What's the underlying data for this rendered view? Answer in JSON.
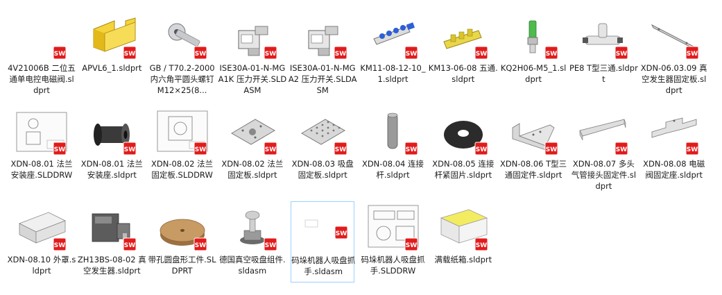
{
  "files": [
    {
      "name": "4V21006B 二位五通单电控电磁阀.sldprt",
      "thumb": "blank"
    },
    {
      "name": "APVL6_1.sldprt",
      "thumb": "ushape"
    },
    {
      "name": "GB / T70.2-2000内六角平圆头螺钉M12×25(8...",
      "thumb": "screw"
    },
    {
      "name": "ISE30A-01-N-MGA1K 压力开关.SLDASM",
      "thumb": "switch"
    },
    {
      "name": "ISE30A-01-N-MGA2 压力开关.SLDASM",
      "thumb": "switch"
    },
    {
      "name": "KM11-08-12-10_1.sldprt",
      "thumb": "manifold"
    },
    {
      "name": "KM13-06-08 五通.sldprt",
      "thumb": "yellowmanifold"
    },
    {
      "name": "KQ2H06-M5_1.sldprt",
      "thumb": "fitting"
    },
    {
      "name": "PE8 T型三通.sldprt",
      "thumb": "tee"
    },
    {
      "name": "XDN-06.03.09 真空发生器固定板.sldprt",
      "thumb": "bar"
    },
    {
      "name": "XDN-08.01 法兰安装座.SLDDRW",
      "thumb": "drawing1"
    },
    {
      "name": "XDN-08.01 法兰安装座.sldprt",
      "thumb": "spool"
    },
    {
      "name": "XDN-08.02 法兰固定板.SLDDRW",
      "thumb": "drawing2"
    },
    {
      "name": "XDN-08.02 法兰固定板.sldprt",
      "thumb": "plate"
    },
    {
      "name": "XDN-08.03 吸盘固定板.sldprt",
      "thumb": "plate2"
    },
    {
      "name": "XDN-08.04 连接杆.sldprt",
      "thumb": "rod"
    },
    {
      "name": "XDN-08.05 连接杆紧固片.sldprt",
      "thumb": "washer"
    },
    {
      "name": "XDN-08.06 T型三通固定件.sldprt",
      "thumb": "bracket"
    },
    {
      "name": "XDN-08.07 多头气管接头固定件.sldprt",
      "thumb": "longbracket"
    },
    {
      "name": "XDN-08.08 电磁阀固定座.sldprt",
      "thumb": "hatbracket"
    },
    {
      "name": "XDN-08.10 外罩.sldprt",
      "thumb": "cover"
    },
    {
      "name": "ZH13BS-08-02 真空发生器.sldprt",
      "thumb": "generator"
    },
    {
      "name": "带孔圆盘形工件.SLDPRT",
      "thumb": "disc"
    },
    {
      "name": "德国真空吸盘组件.sldasm",
      "thumb": "suction"
    },
    {
      "name": "码垛机器人吸盘抓手.sldasm",
      "thumb": "smallasm",
      "selected": true
    },
    {
      "name": "码垛机器人吸盘抓手.SLDDRW",
      "thumb": "drawing3"
    },
    {
      "name": "满载纸箱.sldprt",
      "thumb": "box"
    }
  ],
  "badge_text": "SW",
  "colors": {
    "badge": "#e21b1b",
    "selection_border": "#99d1ff"
  }
}
